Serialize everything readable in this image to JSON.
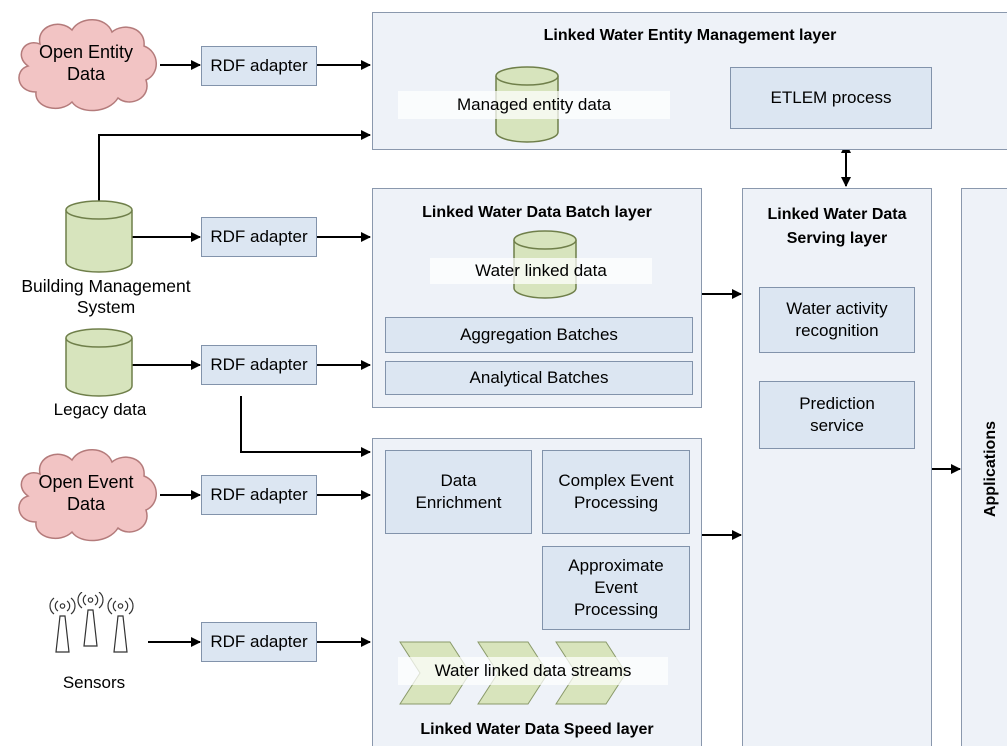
{
  "sources": {
    "open_entity": "Open Entity\nData",
    "bms": "Building Management\nSystem",
    "legacy": "Legacy data",
    "open_event": "Open Event\nData",
    "sensors": "Sensors"
  },
  "adapter_label": "RDF adapter",
  "entity_layer": {
    "title": "Linked Water Entity Management layer",
    "store_label": "Managed entity data",
    "process": "ETLEM process"
  },
  "batch_layer": {
    "title": "Linked Water Data Batch layer",
    "store_label": "Water linked data",
    "aggregation": "Aggregation Batches",
    "analytical": "Analytical Batches"
  },
  "serving_layer": {
    "title": "Linked Water Data\nServing layer",
    "activity": "Water activity\nrecognition",
    "prediction": "Prediction\nservice"
  },
  "speed_layer": {
    "title": "Linked Water Data Speed layer",
    "enrichment": "Data\nEnrichment",
    "cep": "Complex Event\nProcessing",
    "aep": "Approximate\nEvent\nProcessing",
    "streams": "Water linked data streams"
  },
  "applications": "Applications",
  "colors": {
    "cloud": "#f2c4c4",
    "cloud_stroke": "#b47b7b",
    "cylinder": "#d7e4bd",
    "cylinder_stroke": "#6f7f4a",
    "box": "#dce6f2",
    "layer": "#eef2f8",
    "chevron": "#d8e4bc"
  }
}
